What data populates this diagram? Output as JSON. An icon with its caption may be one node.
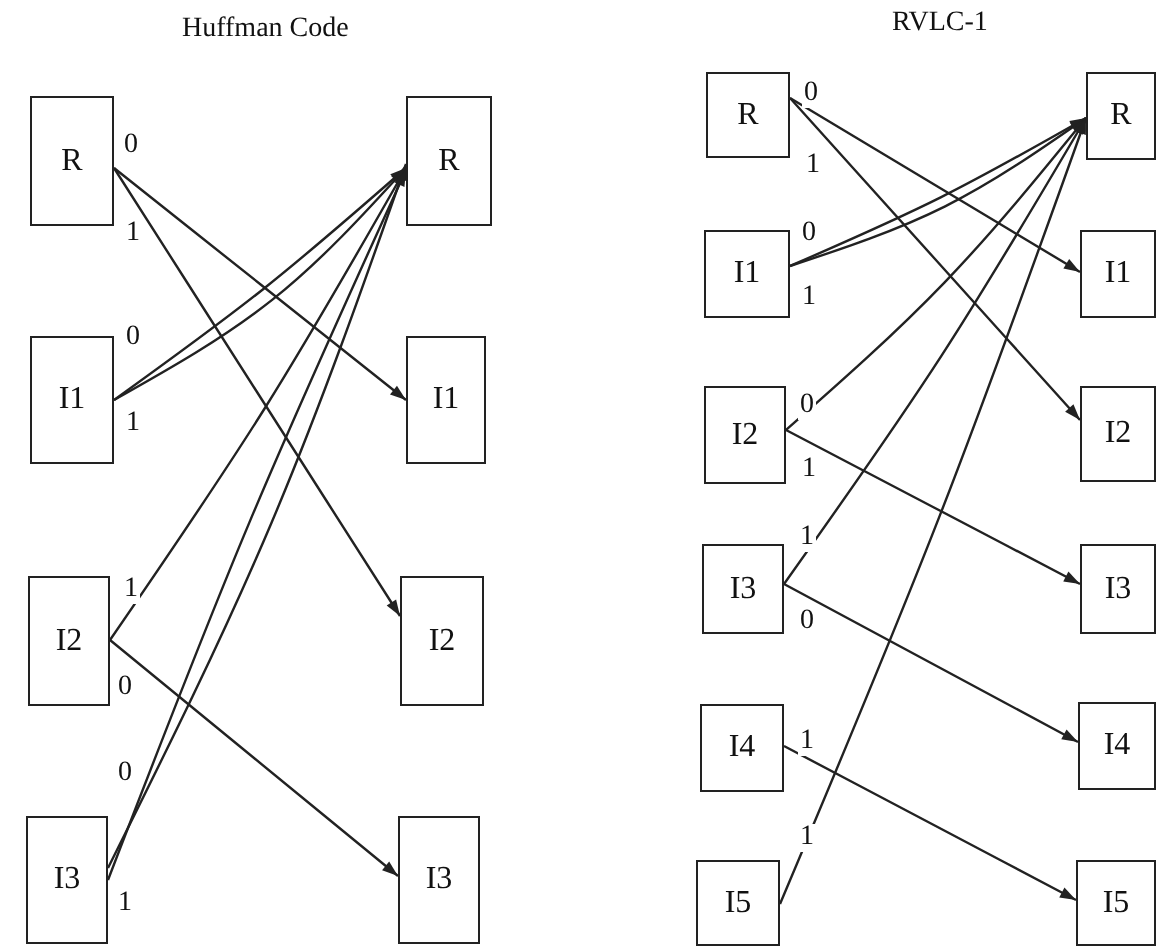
{
  "diagram": {
    "nodes": [
      {
        "text": [
          "R"
        ]
      },
      {
        "text": [
          "I1"
        ]
      },
      {
        "text": [
          "I2"
        ]
      },
      {
        "text": [
          "I3"
        ]
      },
      {
        "text": [
          "R"
        ]
      },
      {
        "text": [
          "I1"
        ]
      },
      {
        "text": [
          "I2"
        ]
      },
      {
        "text": [
          "I3"
        ]
      },
      {
        "text": [
          "R"
        ]
      },
      {
        "text": [
          "I1"
        ]
      },
      {
        "text": [
          "I2"
        ]
      },
      {
        "text": [
          "I3"
        ]
      },
      {
        "text": [
          "I4"
        ]
      },
      {
        "text": [
          "I5"
        ]
      },
      {
        "text": [
          "R"
        ]
      },
      {
        "text": [
          "I1"
        ]
      },
      {
        "text": [
          "I2"
        ]
      },
      {
        "text": [
          "I3"
        ]
      },
      {
        "text": [
          "I4"
        ]
      },
      {
        "text": [
          "I5"
        ]
      }
    ],
    "edges": [
      {
        "from": 0,
        "to": 5,
        "arrow": "to",
        "label": "0"
      },
      {
        "from": 0,
        "to": 6,
        "arrow": "to",
        "label": "1"
      },
      {
        "from": 1,
        "to": 4,
        "arrow": "to",
        "label": "0"
      },
      {
        "from": 1,
        "to": 4,
        "arrow": "to",
        "label": "1"
      },
      {
        "from": 2,
        "to": 4,
        "arrow": "to",
        "label": "1"
      },
      {
        "from": 2,
        "to": 7,
        "arrow": "to",
        "label": "0"
      },
      {
        "from": 3,
        "to": 4,
        "arrow": "to",
        "label": "0"
      },
      {
        "from": 3,
        "to": 4,
        "arrow": "to",
        "label": "1"
      },
      {
        "from": 8,
        "to": 15,
        "arrow": "to",
        "label": "0"
      },
      {
        "from": 8,
        "to": 16,
        "arrow": "to",
        "label": "1"
      },
      {
        "from": 9,
        "to": 14,
        "arrow": "to",
        "label": "0"
      },
      {
        "from": 9,
        "to": 14,
        "arrow": "to",
        "label": "1"
      },
      {
        "from": 10,
        "to": 14,
        "arrow": "to",
        "label": "0"
      },
      {
        "from": 10,
        "to": 17,
        "arrow": "to",
        "label": "1"
      },
      {
        "from": 11,
        "to": 14,
        "arrow": "to",
        "label": "1"
      },
      {
        "from": 11,
        "to": 18,
        "arrow": "to",
        "label": "0"
      },
      {
        "from": 12,
        "to": 19,
        "arrow": "to",
        "label": "1"
      },
      {
        "from": 13,
        "to": 14,
        "arrow": "to",
        "label": "1"
      }
    ],
    "labels": [
      "Huffman Code",
      "RVLC-1"
    ]
  }
}
